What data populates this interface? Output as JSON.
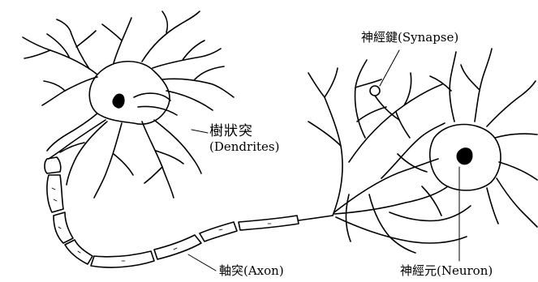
{
  "labels": {
    "dendrites_zh": "樹狀突",
    "dendrites_en": "(Dendrites)",
    "synapse": "神經鍵(Synapse)",
    "axon": "軸突(Axon)",
    "neuron": "神經元(Neuron)"
  },
  "colors": {
    "ink": "#000000",
    "background": "#ffffff"
  }
}
